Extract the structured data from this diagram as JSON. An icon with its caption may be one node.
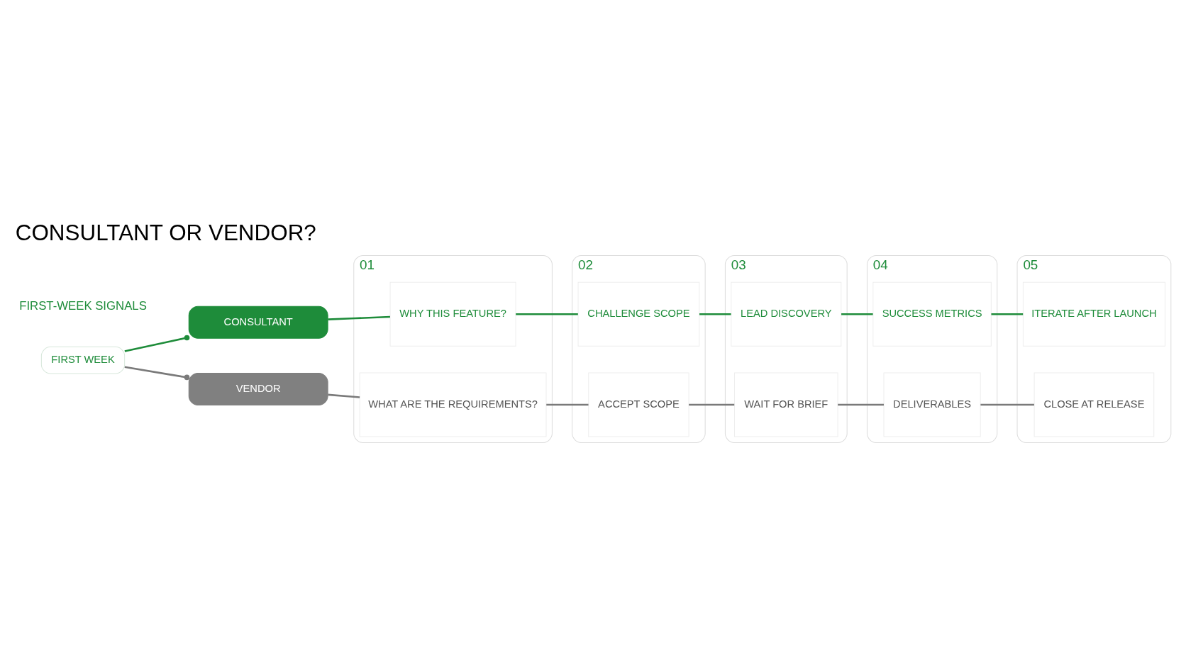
{
  "diagram": {
    "title": "CONSULTANT OR VENDOR?",
    "nodes": [
      {
        "text": [
          "FIRST WEEK"
        ]
      },
      {
        "text": [
          "CONSULTANT"
        ]
      },
      {
        "text": [
          "VENDOR"
        ]
      },
      {
        "text": [
          "01"
        ]
      },
      {
        "text": [
          "WHY THIS FEATURE?"
        ],
        "in": 3
      },
      {
        "text": [
          "WHAT ARE THE REQUIREMENTS?"
        ],
        "in": 3
      },
      {
        "text": [
          "02"
        ]
      },
      {
        "text": [
          "CHALLENGE SCOPE"
        ],
        "in": 6
      },
      {
        "text": [
          "ACCEPT SCOPE"
        ],
        "in": 6
      },
      {
        "text": [
          "03"
        ]
      },
      {
        "text": [
          "LEAD DISCOVERY"
        ],
        "in": 9
      },
      {
        "text": [
          "WAIT FOR BRIEF"
        ],
        "in": 9
      },
      {
        "text": [
          "04"
        ]
      },
      {
        "text": [
          "SUCCESS METRICS"
        ],
        "in": 12
      },
      {
        "text": [
          "DELIVERABLES"
        ],
        "in": 12
      },
      {
        "text": [
          "05"
        ]
      },
      {
        "text": [
          "ITERATE AFTER LAUNCH"
        ],
        "in": 15
      },
      {
        "text": [
          "CLOSE AT RELEASE"
        ],
        "in": 15
      }
    ],
    "edges": [
      {
        "from": 0,
        "to": 1,
        "arrow": "other"
      },
      {
        "from": 0,
        "to": 2,
        "arrow": "other",
        "color": "#7a7a7a"
      },
      {
        "from": 1,
        "to": 4,
        "arrow": "none"
      },
      {
        "from": 4,
        "to": 7,
        "arrow": "none"
      },
      {
        "from": 7,
        "to": 10,
        "arrow": "none"
      },
      {
        "from": 10,
        "to": 13,
        "arrow": "none"
      },
      {
        "from": 13,
        "to": 16,
        "arrow": "none"
      },
      {
        "from": 2,
        "to": 5,
        "arrow": "none",
        "color": "#7a7a7a"
      },
      {
        "from": 5,
        "to": 8,
        "arrow": "none",
        "color": "#7a7a7a"
      },
      {
        "from": 8,
        "to": 11,
        "arrow": "none",
        "color": "#7a7a7a"
      },
      {
        "from": 11,
        "to": 14,
        "arrow": "none",
        "color": "#7a7a7a"
      },
      {
        "from": 14,
        "to": 17,
        "arrow": "none",
        "color": "#7a7a7a"
      }
    ],
    "labels": [
      "FIRST-WEEK SIGNALS"
    ]
  }
}
